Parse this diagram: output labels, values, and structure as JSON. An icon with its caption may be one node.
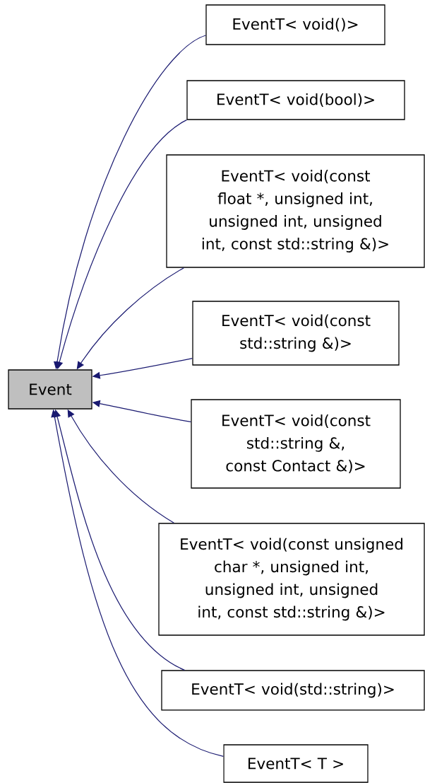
{
  "diagram": {
    "nodes": [
      {
        "text": [
          "Event"
        ]
      },
      {
        "text": [
          "EventT< void()>"
        ]
      },
      {
        "text": [
          "EventT< void(bool)>"
        ]
      },
      {
        "text": [
          "EventT< void(const float *, unsigned int, unsigned int, unsigned int, const std::string &)>"
        ]
      },
      {
        "text": [
          "EventT< void(const std::string &)>"
        ]
      },
      {
        "text": [
          "EventT< void(const std::string &, const Contact &)>"
        ]
      },
      {
        "text": [
          "EventT< void(const unsigned char *, unsigned int, unsigned int, unsigned int, const std::string &)>"
        ]
      },
      {
        "text": [
          "EventT< void(std::string)>"
        ]
      },
      {
        "text": [
          "EventT< T >"
        ]
      }
    ],
    "edges": [
      {
        "from": 1,
        "to": 0,
        "arrow": "to"
      },
      {
        "from": 2,
        "to": 0,
        "arrow": "to"
      },
      {
        "from": 3,
        "to": 0,
        "arrow": "to"
      },
      {
        "from": 4,
        "to": 0,
        "arrow": "to"
      },
      {
        "from": 5,
        "to": 0,
        "arrow": "to"
      },
      {
        "from": 6,
        "to": 0,
        "arrow": "to"
      },
      {
        "from": 7,
        "to": 0,
        "arrow": "to"
      },
      {
        "from": 8,
        "to": 0,
        "arrow": "to"
      }
    ]
  }
}
